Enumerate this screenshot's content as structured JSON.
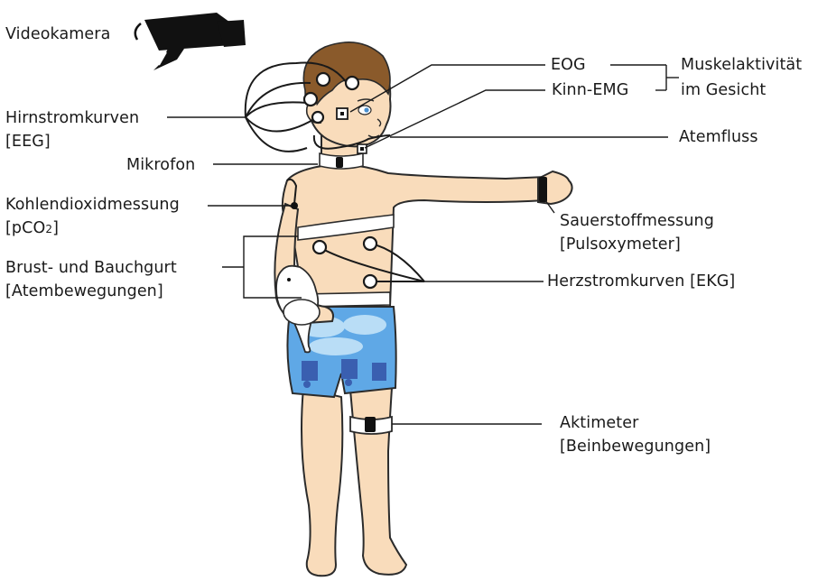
{
  "labels": {
    "camera": "Videokamera",
    "eeg_1": "Hirnstromkurven",
    "eeg_2": "[EEG]",
    "mic": "Mikrofon",
    "pco2_1": "Kohlendioxidmessung",
    "pco2_2a": "[pCO",
    "pco2_sub": "2",
    "pco2_2b": "]",
    "belt_1": "Brust- und Bauchgurt",
    "belt_2": "[Atembewegungen]",
    "eog": "EOG",
    "kinn": "Kinn-EMG",
    "muscle_1": "Muskelaktivität",
    "muscle_2": "im Gesicht",
    "airflow": "Atemfluss",
    "spo2_1": "Sauerstoffmessung",
    "spo2_2": "[Pulsoxymeter]",
    "ekg": "Herzstromkurven [EKG]",
    "akti_1": "Aktimeter",
    "akti_2": "[Beinbewegungen]"
  },
  "colors": {
    "skin": "#f9dcbb",
    "skin_outline": "#2b2b2b",
    "hair": "#8a5a2b",
    "shorts": "#5fa8e6",
    "shorts_dark": "#3a5fb0",
    "line": "#1a1a1a"
  }
}
